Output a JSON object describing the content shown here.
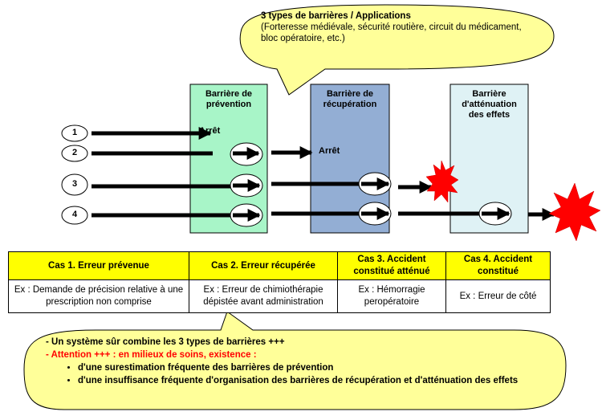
{
  "top_bubble": {
    "title": "3 types de barrières / Applications",
    "line1": "(Forteresse médiévale, sécurité routière, circuit du médicament,",
    "line2": "bloc opératoire, etc.)"
  },
  "barriers": [
    {
      "line1": "Barrière de",
      "line2": "prévention",
      "line3": "",
      "color": "#a8f5c8"
    },
    {
      "line1": "Barrière de",
      "line2": "récupération",
      "line3": "",
      "color": "#93aed4"
    },
    {
      "line1": "Barrière",
      "line2": "d'atténuation",
      "line3": "des effets",
      "color": "#dff2f5"
    }
  ],
  "cases": [
    "1",
    "2",
    "3",
    "4"
  ],
  "arret_label": "Arrêt",
  "table": {
    "headers": [
      "Cas 1. Erreur prévenue",
      "Cas 2. Erreur récupérée",
      "Cas 3. Accident constitué atténué",
      "Cas 4. Accident constitué"
    ],
    "examples": [
      "Ex : Demande de précision relative à une prescription non comprise",
      "Ex : Erreur de chimiothérapie dépistée avant administration",
      "Ex : Hémorragie peropératoire",
      "Ex : Erreur de côté"
    ]
  },
  "bottom_bubble": {
    "line1": "- Un système sûr combine les 3 types de barrières +++",
    "line2": "- Attention +++ : en milieux de soins, existence :",
    "bullet1": "d'une surestimation fréquente des barrières de prévention",
    "bullet2": "d'une insuffisance fréquente d'organisation des barrières de récupération et d'atténuation des effets"
  },
  "colors": {
    "bubble": "#ffff99",
    "table_header": "#ffff00",
    "attention": "#ff0000",
    "explosion": "#ff0000"
  }
}
